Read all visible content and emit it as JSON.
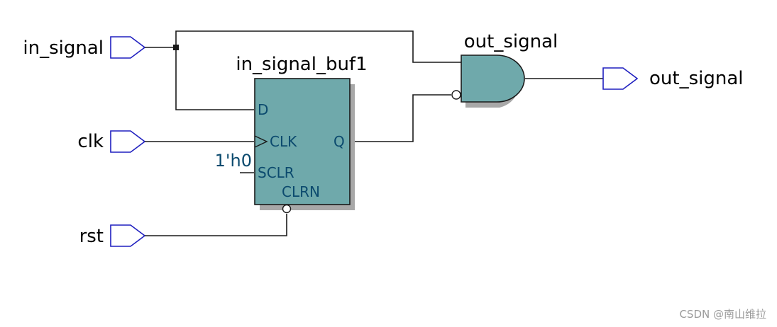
{
  "inputs": {
    "in_signal": "in_signal",
    "clk": "clk",
    "rst": "rst"
  },
  "register": {
    "name": "in_signal_buf1",
    "pins": {
      "d": "D",
      "clk": "CLK",
      "sclr": "SCLR",
      "clrn": "CLRN",
      "q": "Q"
    },
    "sclr_constant": "1'h0"
  },
  "gate": {
    "name": "out_signal"
  },
  "output": {
    "out_signal": "out_signal"
  },
  "watermark": "CSDN @南山维拉",
  "colors": {
    "block_fill": "#6fa9ab",
    "port_outline": "#1f1fbf",
    "pin_text": "#0b4a6e",
    "shadow": "#a8a8a8"
  }
}
